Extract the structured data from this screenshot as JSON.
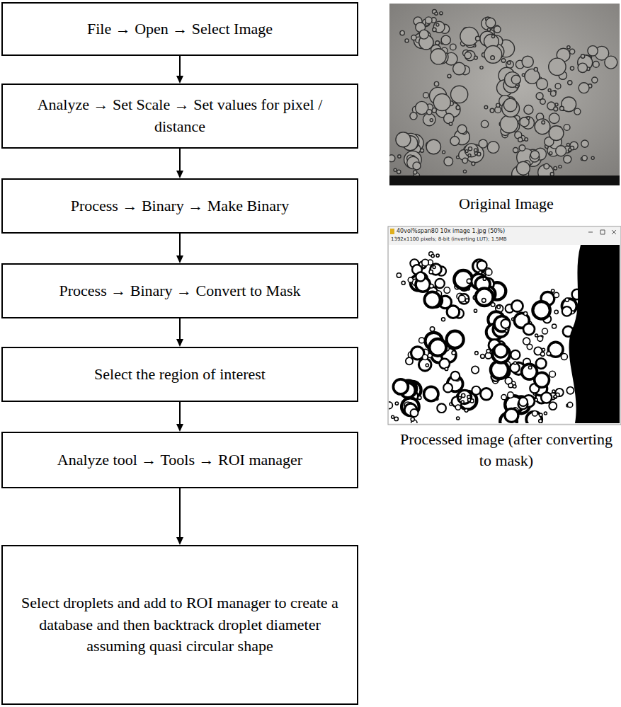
{
  "diagram": {
    "nodes": [
      {
        "text": [
          "File → Open → Select Image"
        ]
      },
      {
        "text": [
          "Analyze → Set Scale → Set values for pixel / distance"
        ]
      },
      {
        "text": [
          "Process → Binary → Make Binary"
        ]
      },
      {
        "text": [
          "Process → Binary → Convert to Mask"
        ]
      },
      {
        "text": [
          "Select the region of interest"
        ]
      },
      {
        "text": [
          "Analyze tool → Tools → ROI manager"
        ]
      },
      {
        "text": [
          "Select droplets and add to ROI manager to create a database and then backtrack droplet diameter assuming quasi circular shape"
        ]
      }
    ],
    "edges": [
      {
        "from": 0,
        "to": 1,
        "arrow": "to"
      },
      {
        "from": 1,
        "to": 2,
        "arrow": "to"
      },
      {
        "from": 2,
        "to": 3,
        "arrow": "to"
      },
      {
        "from": 3,
        "to": 4,
        "arrow": "to"
      },
      {
        "from": 4,
        "to": 5,
        "arrow": "to"
      },
      {
        "from": 5,
        "to": 6,
        "arrow": "to"
      }
    ],
    "labels": [
      "Original Image",
      "40vol%span80 10x image 1.jpg (50%)",
      "1392x1100 pixels; 8-bit (inverting LUT); 1.5MB",
      "Processed image (after converting to mask)"
    ]
  }
}
